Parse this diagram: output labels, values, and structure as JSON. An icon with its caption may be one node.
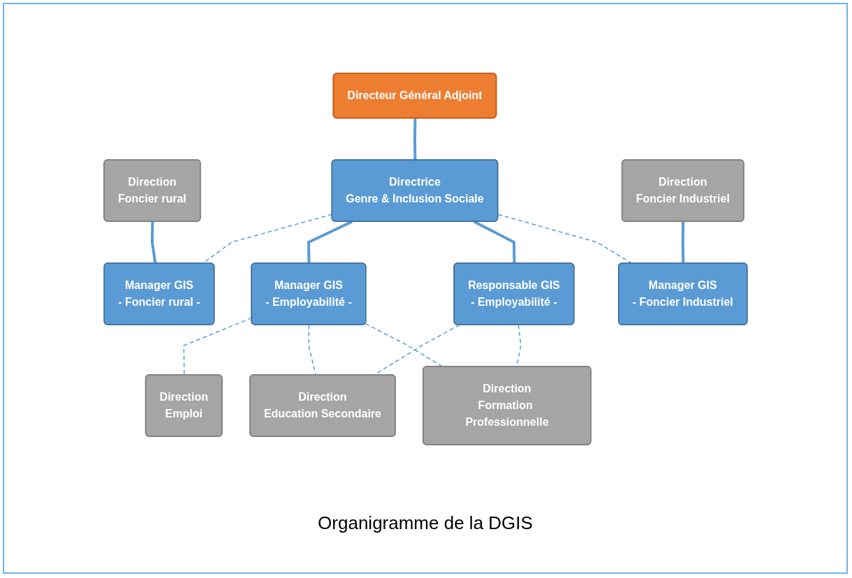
{
  "diagram": {
    "caption": "Organigramme de la DGIS",
    "nodes": [
      {
        "text": [
          "Directeur Général Adjoint"
        ]
      },
      {
        "text": [
          "Direction",
          "Foncier rural"
        ]
      },
      {
        "text": [
          "Directrice",
          "Genre & Inclusion Sociale"
        ]
      },
      {
        "text": [
          "Direction",
          "Foncier Industriel"
        ]
      },
      {
        "text": [
          "Manager GIS",
          "- Foncier rural -"
        ]
      },
      {
        "text": [
          "Manager GIS",
          "- Employabilité -"
        ]
      },
      {
        "text": [
          "Responsable GIS",
          "- Employabilité -"
        ]
      },
      {
        "text": [
          "Manager GIS",
          "- Foncier Industriel"
        ]
      },
      {
        "text": [
          "Direction",
          "Emploi"
        ]
      },
      {
        "text": [
          "Direction",
          "Education Secondaire"
        ]
      },
      {
        "text": [
          "Direction",
          "Formation Professionnelle"
        ]
      }
    ],
    "edges": [
      {
        "from": 0,
        "to": 2,
        "arrow": "none",
        "style": "thick"
      },
      {
        "from": 1,
        "to": 4,
        "arrow": "none",
        "style": "thick"
      },
      {
        "from": 3,
        "to": 7,
        "arrow": "none",
        "style": "thick"
      },
      {
        "from": 2,
        "to": 4,
        "arrow": "none",
        "style": "dashed"
      },
      {
        "from": 2,
        "to": 5,
        "arrow": "none",
        "style": "thick"
      },
      {
        "from": 2,
        "to": 6,
        "arrow": "none",
        "style": "thick"
      },
      {
        "from": 2,
        "to": 7,
        "arrow": "none",
        "style": "dashed"
      },
      {
        "from": 5,
        "to": 8,
        "arrow": "none",
        "style": "dashed"
      },
      {
        "from": 5,
        "to": 9,
        "arrow": "none",
        "style": "dashed"
      },
      {
        "from": 5,
        "to": 10,
        "arrow": "none",
        "style": "dashed"
      },
      {
        "from": 6,
        "to": 9,
        "arrow": "none",
        "style": "dashed"
      },
      {
        "from": 6,
        "to": 10,
        "arrow": "none",
        "style": "dashed"
      }
    ]
  }
}
